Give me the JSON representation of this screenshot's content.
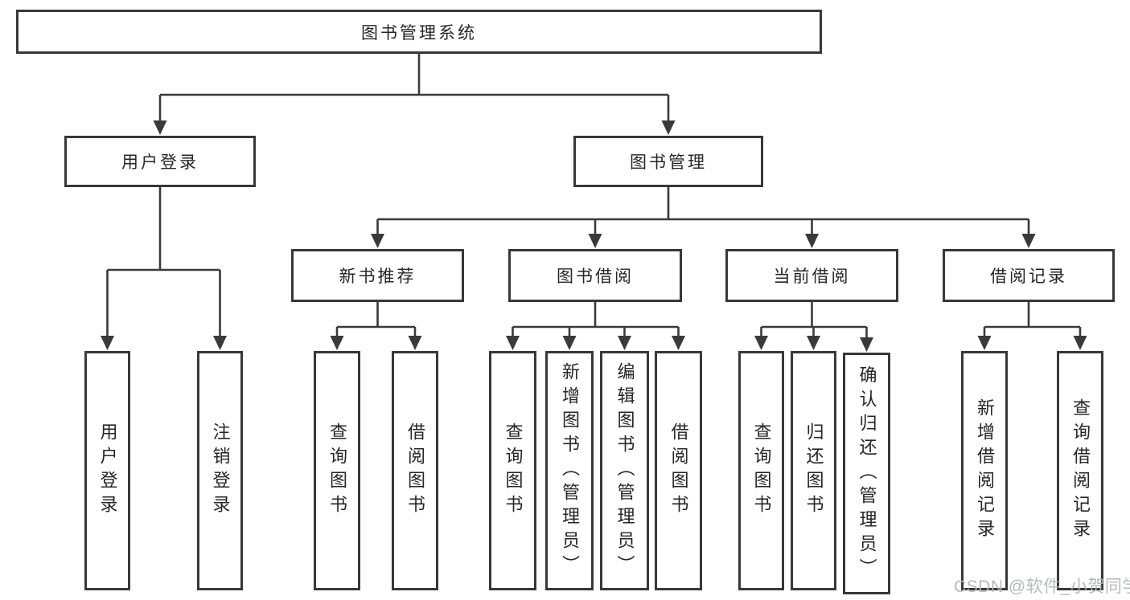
{
  "diagram": {
    "type": "hierarchy-tree",
    "colors": {
      "line": "#3a3a3a",
      "box_border": "#383838",
      "text": "#262626",
      "background": "#ffffff",
      "watermark": "#b2b5ba"
    },
    "root": {
      "label": "图书管理系统"
    },
    "branches": [
      {
        "label": "用户登录",
        "children": [
          {
            "label": "用户登录"
          },
          {
            "label": "注销登录"
          }
        ]
      },
      {
        "label": "图书管理",
        "children": [
          {
            "label": "新书推荐",
            "children": [
              {
                "label": "查询图书"
              },
              {
                "label": "借阅图书"
              }
            ]
          },
          {
            "label": "图书借阅",
            "children": [
              {
                "label": "查询图书"
              },
              {
                "label": "新增图书（管理员）"
              },
              {
                "label": "编辑图书（管理员）"
              },
              {
                "label": "借阅图书"
              }
            ]
          },
          {
            "label": "当前借阅",
            "children": [
              {
                "label": "查询图书"
              },
              {
                "label": "归还图书"
              },
              {
                "label": "确认归还（管理员）"
              }
            ]
          },
          {
            "label": "借阅记录",
            "children": [
              {
                "label": "新增借阅记录"
              },
              {
                "label": "查询借阅记录"
              }
            ]
          }
        ]
      }
    ]
  },
  "watermark": {
    "text": "CSDN @软件_小贺同学"
  }
}
